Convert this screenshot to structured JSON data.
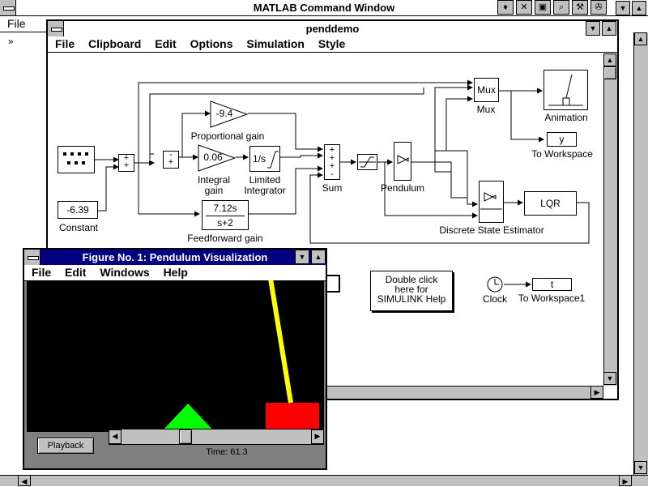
{
  "command_window": {
    "title": "MATLAB Command Window",
    "menu": [
      "File"
    ],
    "prompt": "»",
    "toolbar_icons": [
      "matlab-logo-icon",
      "simulink-icon",
      "figure-icon",
      "search-icon",
      "tools-icon",
      "demo-icon"
    ]
  },
  "penddemo": {
    "title": "penddemo",
    "menu": [
      "File",
      "Clipboard",
      "Edit",
      "Options",
      "Simulation",
      "Style"
    ],
    "blocks": {
      "constant_value": "-6.39",
      "constant_label": "Constant",
      "prop_gain_value": "-9.4",
      "prop_gain_label": "Proportional gain",
      "int_gain_value": "0.06",
      "int_gain_label_1": "Integral",
      "int_gain_label_2": "gain",
      "integrator_value": "1/s",
      "integrator_label_1": "Limited",
      "integrator_label_2": "Integrator",
      "ff_num": "7.12s",
      "ff_den": "s+2",
      "ff_label": "Feedforward gain",
      "sum_label": "Sum",
      "pendulum_label": "Pendulum",
      "mux_value": "Mux",
      "mux_label": "Mux",
      "animation_label": "Animation",
      "workspace_value": "y",
      "workspace_label": "To Workspace",
      "lqr_value": "LQR",
      "estimator_label": "Discrete State Estimator",
      "help_text_1": "Double click",
      "help_text_2": "here for",
      "help_text_3": "SIMULINK Help",
      "clock_label": "Clock",
      "workspace1_value": "t",
      "workspace1_label": "To Workspace1"
    }
  },
  "figure": {
    "title": "Figure No. 1: Pendulum Visualization",
    "menu": [
      "File",
      "Edit",
      "Windows",
      "Help"
    ],
    "playback_button": "Playback",
    "time_label": "Time: 61.3",
    "slider_position": 0.42,
    "colors": {
      "pendulum_rod": "#ffff00",
      "cart": "#ff0000",
      "target": "#00ff00",
      "background": "#000000"
    }
  }
}
